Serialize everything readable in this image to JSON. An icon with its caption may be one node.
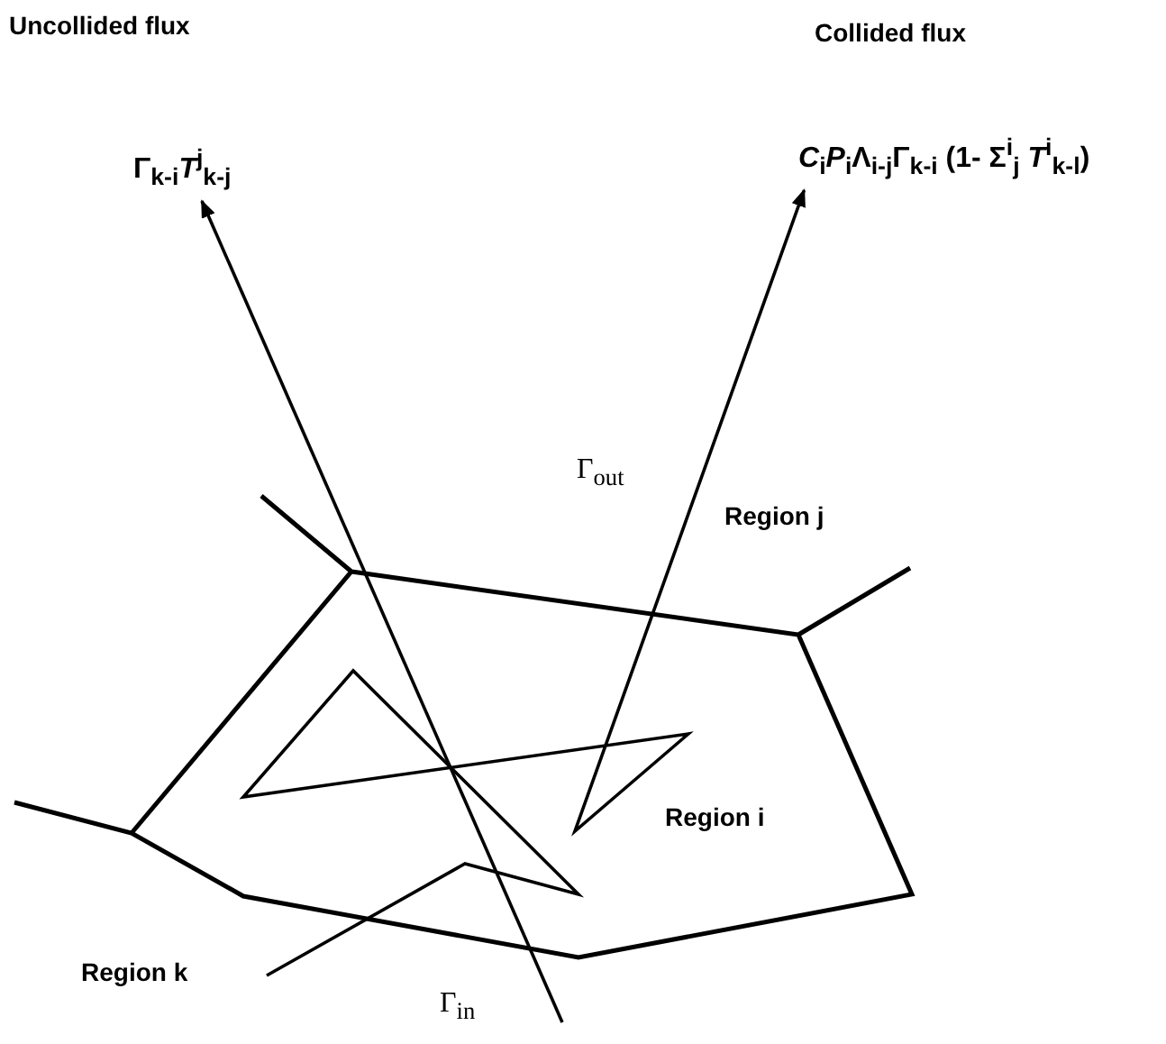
{
  "diagram": {
    "nodes": [
      {
        "text": [
          "Γ$_{k-i}$*T*$^{j}$$_{k-j}$"
        ]
      },
      {
        "text": [
          "*C*$_{i}$*P*$_{i}$Λ$_{i-j}$Γ$_{k-i}$ (1- Σ$^{i}$$_{j}$ *T*$^{i}$$_{k-l}$)"
        ]
      }
    ],
    "edges": [
      {
        "from": null,
        "to": 0,
        "arrow": "to"
      },
      {
        "from": null,
        "to": 1,
        "arrow": "to"
      }
    ],
    "labels": [
      "Uncollided flux",
      "Collided flux",
      "Γ$_{out}$",
      "Region j",
      "Region i",
      "Region k",
      "Γ$_{in}$"
    ]
  }
}
